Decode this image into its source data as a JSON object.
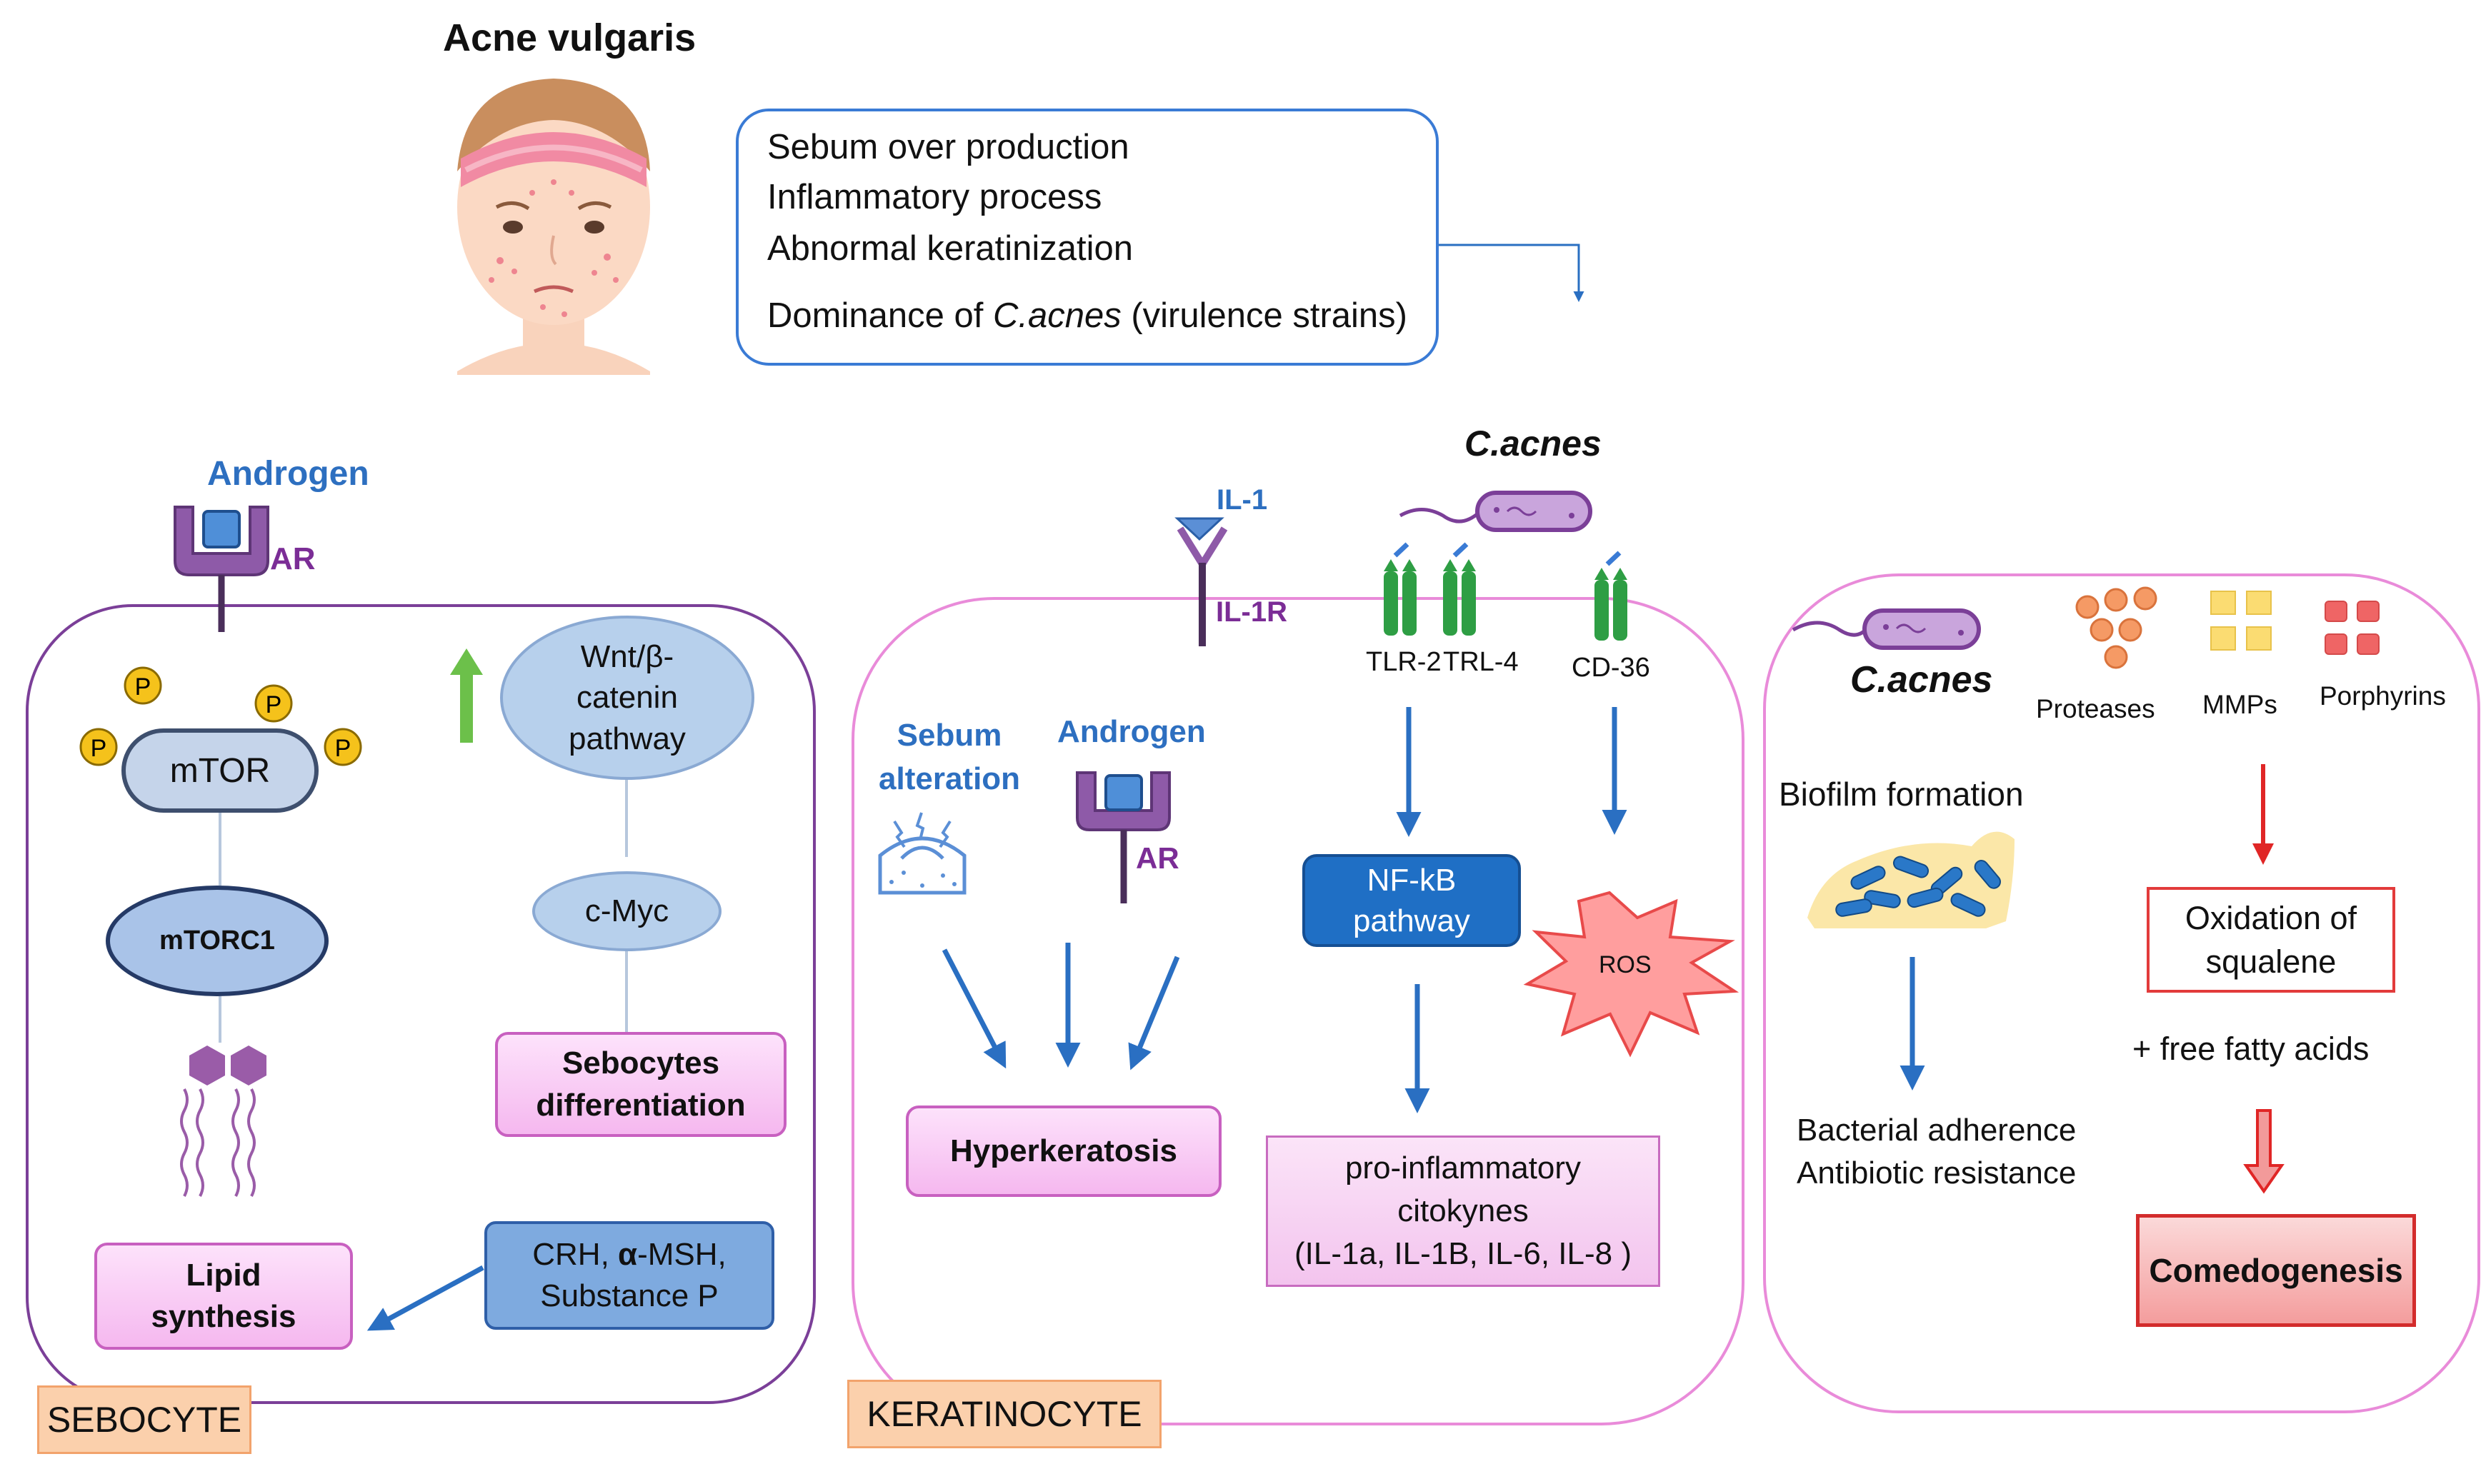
{
  "title": "Acne vulgaris",
  "summary": {
    "line1": "Sebum over production",
    "line2": "Inflammatory process",
    "line3": "Abnormal keratinization",
    "line4_prefix": "Dominance of ",
    "line4_italic": "C.acnes",
    "line4_suffix": " (virulence strains)"
  },
  "sebocyte": {
    "androgen": "Androgen",
    "ar": "AR",
    "p": "P",
    "mtor": "mTOR",
    "mtorc1": "mTORC1",
    "wnt": "Wnt/β-\ncatenin\npathway",
    "cmyc": "c-Myc",
    "differentiation": "Sebocytes\ndifferentiation",
    "lipid": "Lipid\nsynthesis",
    "crh_prefix": "CRH, ",
    "crh_alpha": "α",
    "crh_suffix": "-MSH,",
    "substance": "Substance P",
    "tag": "SEBOCYTE"
  },
  "keratinocyte": {
    "cacnes": "C.acnes",
    "il1": "IL-1",
    "il1r": "IL-1R",
    "tlr2": "TLR-2",
    "trl4": "TRL-4",
    "cd36": "CD-36",
    "sebum": "Sebum\nalteration",
    "androgen": "Androgen",
    "ar": "AR",
    "nfkb": "NF-kB\npathway",
    "ros": "ROS",
    "hyperkeratosis": "Hyperkeratosis",
    "cytokines": "pro-inflammatory\ncitokynes\n(IL-1a, IL-1B, IL-6, IL-8 )",
    "tag": "KERATINOCYTE"
  },
  "right": {
    "cacnes": "C.acnes",
    "proteases": "Proteases",
    "mmps": "MMPs",
    "porphyrins": "Porphyrins",
    "biofilm": "Biofilm formation",
    "adherence": "Bacterial adherence",
    "resistance": "Antibiotic resistance",
    "oxidation": "Oxidation of\nsqualene",
    "ffa": "+ free fatty acids",
    "comedo": "Comedogenesis"
  },
  "colors": {
    "arrow_blue": "#2a6fc2",
    "arrow_red": "#e02626",
    "up_arrow_green": "#6cc04a",
    "receptor_green": "#2e9e44",
    "receptor_purple": "#8e5aa8"
  }
}
